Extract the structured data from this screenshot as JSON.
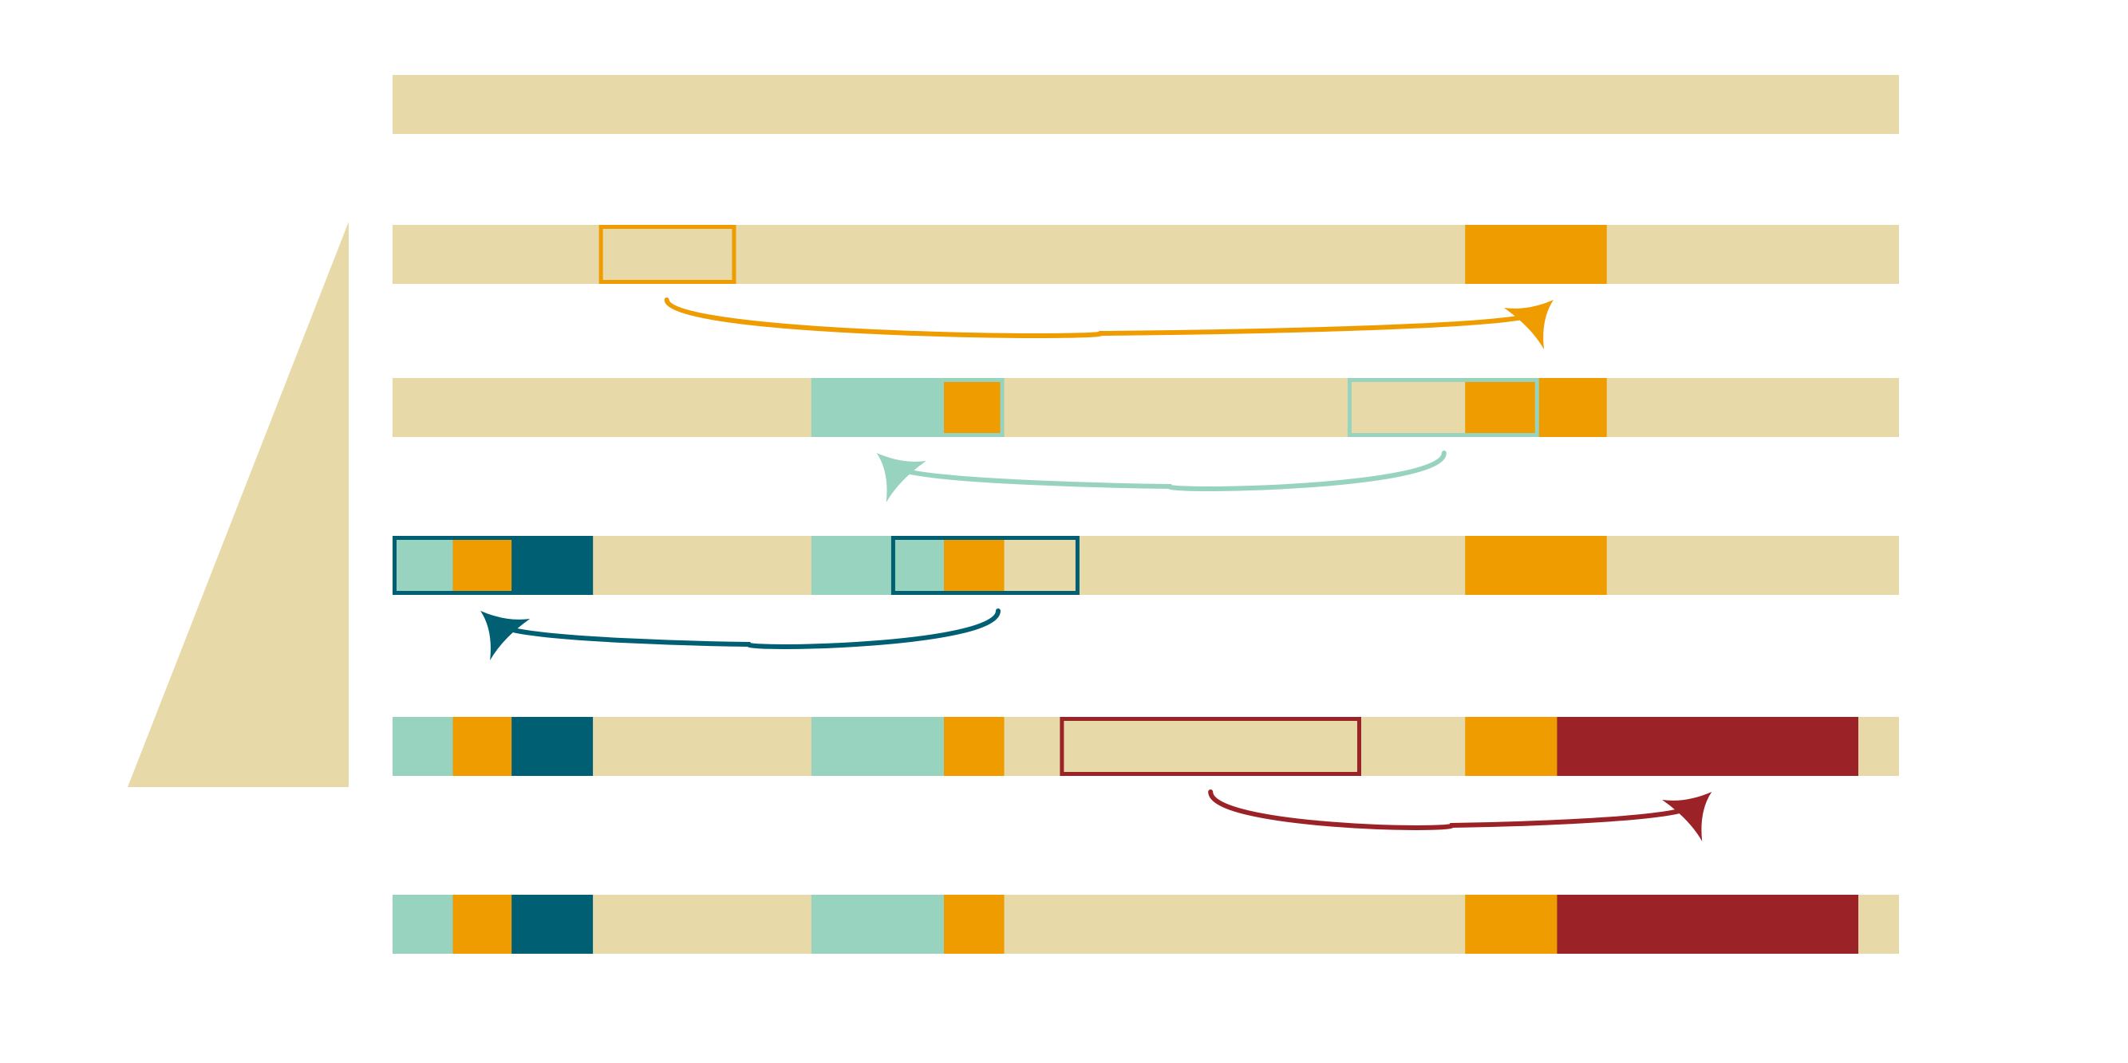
{
  "colors": {
    "base": "#E8D9A9",
    "orange": "#EE9C00",
    "mint": "#97D3BE",
    "teal": "#005F73",
    "red": "#9B2226",
    "background": "#FFFFFF"
  },
  "tracks": [
    {
      "name": "track-1",
      "segments": []
    },
    {
      "name": "track-2",
      "segments": [
        {
          "from": 0.712,
          "to": 0.806,
          "color": "orange"
        }
      ],
      "boxes": [
        {
          "from": 0.137,
          "to": 0.228,
          "color": "orange"
        }
      ]
    },
    {
      "name": "track-3",
      "segments": [
        {
          "from": 0.278,
          "to": 0.406,
          "color": "mint"
        },
        {
          "from": 0.366,
          "to": 0.406,
          "color": "orange"
        },
        {
          "from": 0.712,
          "to": 0.806,
          "color": "orange"
        }
      ],
      "boxes": [
        {
          "from": 0.278,
          "to": 0.406,
          "color": "mint"
        },
        {
          "from": 0.634,
          "to": 0.761,
          "color": "mint"
        }
      ]
    },
    {
      "name": "track-4",
      "segments": [
        {
          "from": 0.0,
          "to": 0.133,
          "color": "teal"
        },
        {
          "from": 0.0,
          "to": 0.04,
          "color": "mint"
        },
        {
          "from": 0.04,
          "to": 0.079,
          "color": "orange"
        },
        {
          "from": 0.278,
          "to": 0.366,
          "color": "mint"
        },
        {
          "from": 0.366,
          "to": 0.406,
          "color": "orange"
        },
        {
          "from": 0.712,
          "to": 0.806,
          "color": "orange"
        }
      ],
      "boxes": [
        {
          "from": 0.0,
          "to": 0.133,
          "color": "teal"
        },
        {
          "from": 0.331,
          "to": 0.456,
          "color": "teal"
        }
      ]
    },
    {
      "name": "track-5",
      "segments": [
        {
          "from": 0.0,
          "to": 0.04,
          "color": "mint"
        },
        {
          "from": 0.04,
          "to": 0.079,
          "color": "orange"
        },
        {
          "from": 0.079,
          "to": 0.133,
          "color": "teal"
        },
        {
          "from": 0.278,
          "to": 0.366,
          "color": "mint"
        },
        {
          "from": 0.366,
          "to": 0.406,
          "color": "orange"
        },
        {
          "from": 0.712,
          "to": 0.773,
          "color": "orange"
        },
        {
          "from": 0.773,
          "to": 0.973,
          "color": "red"
        }
      ],
      "boxes": [
        {
          "from": 0.443,
          "to": 0.643,
          "color": "red"
        }
      ]
    },
    {
      "name": "track-6",
      "segments": [
        {
          "from": 0.0,
          "to": 0.04,
          "color": "mint"
        },
        {
          "from": 0.04,
          "to": 0.079,
          "color": "orange"
        },
        {
          "from": 0.079,
          "to": 0.133,
          "color": "teal"
        },
        {
          "from": 0.278,
          "to": 0.366,
          "color": "mint"
        },
        {
          "from": 0.366,
          "to": 0.406,
          "color": "orange"
        },
        {
          "from": 0.712,
          "to": 0.773,
          "color": "orange"
        },
        {
          "from": 0.773,
          "to": 0.973,
          "color": "red"
        }
      ]
    }
  ],
  "moves": [
    {
      "name": "orange-move-arrow",
      "track": 1,
      "from": 0.182,
      "to": 759,
      "color": "orange"
    },
    {
      "name": "mint-move-arrow",
      "track": 2,
      "from": 0.698,
      "to": 0.333,
      "color": "mint"
    },
    {
      "name": "teal-move-arrow",
      "track": 3,
      "from": 0.402,
      "to": 0.07,
      "color": "teal"
    },
    {
      "name": "red-move-arrow",
      "track": 4,
      "from": 0.543,
      "to": 0.864,
      "color": "red"
    }
  ]
}
